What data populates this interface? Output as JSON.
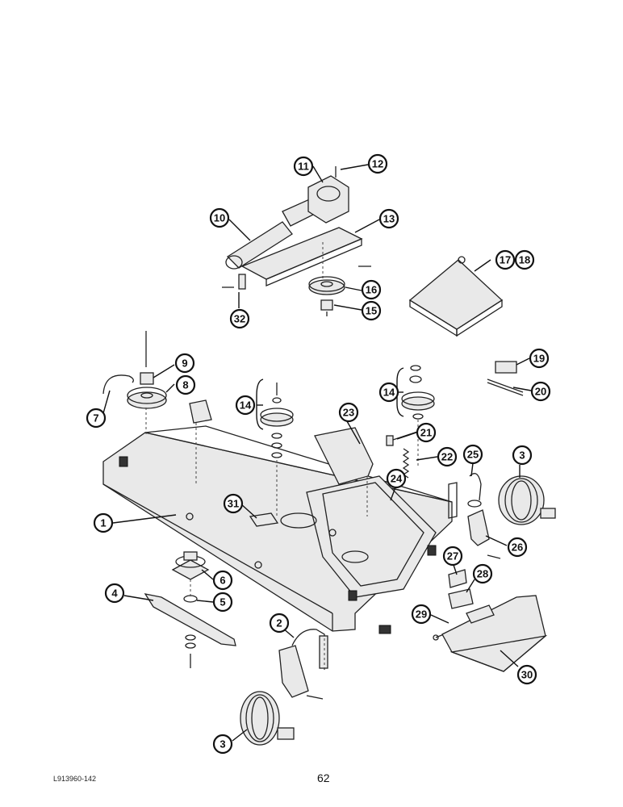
{
  "callouts": [
    "1",
    "2",
    "3",
    "3",
    "4",
    "5",
    "6",
    "7",
    "8",
    "9",
    "10",
    "11",
    "12",
    "13",
    "14",
    "14",
    "15",
    "16",
    "17",
    "18",
    "19",
    "20",
    "21",
    "22",
    "23",
    "24",
    "25",
    "26",
    "27",
    "28",
    "29",
    "30",
    "31",
    "32"
  ],
  "footer": {
    "doc_code": "L913960-142",
    "page_number": "62"
  }
}
